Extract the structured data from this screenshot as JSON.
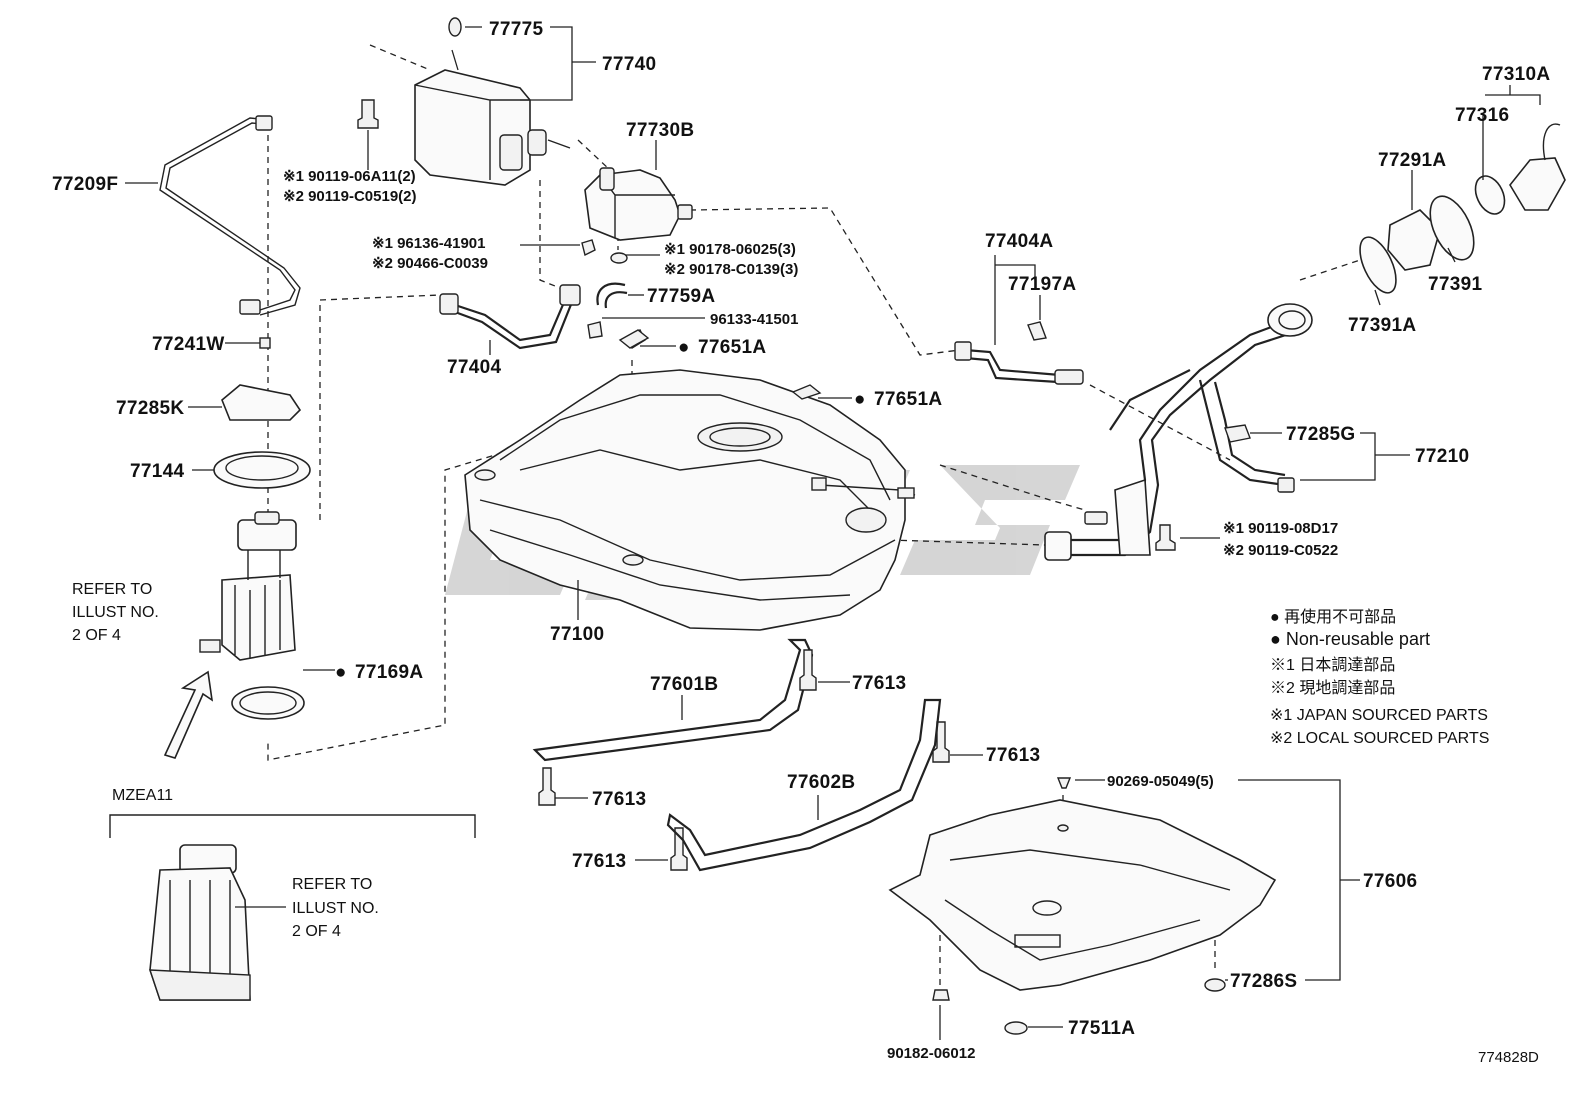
{
  "diagram_id": "774828D",
  "parts": {
    "p77775": "77775",
    "p77740": "77740",
    "p77730B": "77730B",
    "p77209F": "77209F",
    "p77241W": "77241W",
    "p77285K": "77285K",
    "p77144": "77144",
    "p77169A": "77169A",
    "p77404": "77404",
    "p77759A": "77759A",
    "p96133": "96133-41501",
    "p77651A_1": "77651A",
    "p77651A_2": "77651A",
    "p77100": "77100",
    "p77404A": "77404A",
    "p77197A": "77197A",
    "p77310A": "77310A",
    "p77316": "77316",
    "p77291A": "77291A",
    "p77391": "77391",
    "p77391A": "77391A",
    "p77285G": "77285G",
    "p77210": "77210",
    "p77601B": "77601B",
    "p77613_a": "77613",
    "p77613_b": "77613",
    "p77613_c": "77613",
    "p77613_d": "77613",
    "p77602B": "77602B",
    "p90269": "90269-05049(5)",
    "p77606": "77606",
    "p77286S": "77286S",
    "p77511A": "77511A",
    "p90182": "90182-06012"
  },
  "variants": {
    "bolt_a_1": "※1 90119-06A11(2)",
    "bolt_a_2": "※2 90119-C0519(2)",
    "clip_1": "※1 96136-41901",
    "clip_2": "※2 90466-C0039",
    "nut_1": "※1 90178-06025(3)",
    "nut_2": "※2 90178-C0139(3)",
    "bolt_b_1": "※1  90119-08D17",
    "bolt_b_2": "※2  90119-C0522"
  },
  "notes": {
    "refer1_l1": "REFER TO",
    "refer1_l2": "ILLUST NO.",
    "refer1_l3": "2 OF 4",
    "refer2_l1": "REFER TO",
    "refer2_l2": "ILLUST NO.",
    "refer2_l3": "2 OF 4",
    "model": "MZEA11"
  },
  "legend": {
    "nonreusable_jp": "● 再使用不可部品",
    "nonreusable_en": "● Non-reusable part",
    "src1_jp": "※1 日本調達部品",
    "src2_jp": "※2 現地調達部品",
    "src1_en": "※1 JAPAN SOURCED PARTS",
    "src2_en": "※2 LOCAL SOURCED PARTS"
  },
  "bullet": "●"
}
